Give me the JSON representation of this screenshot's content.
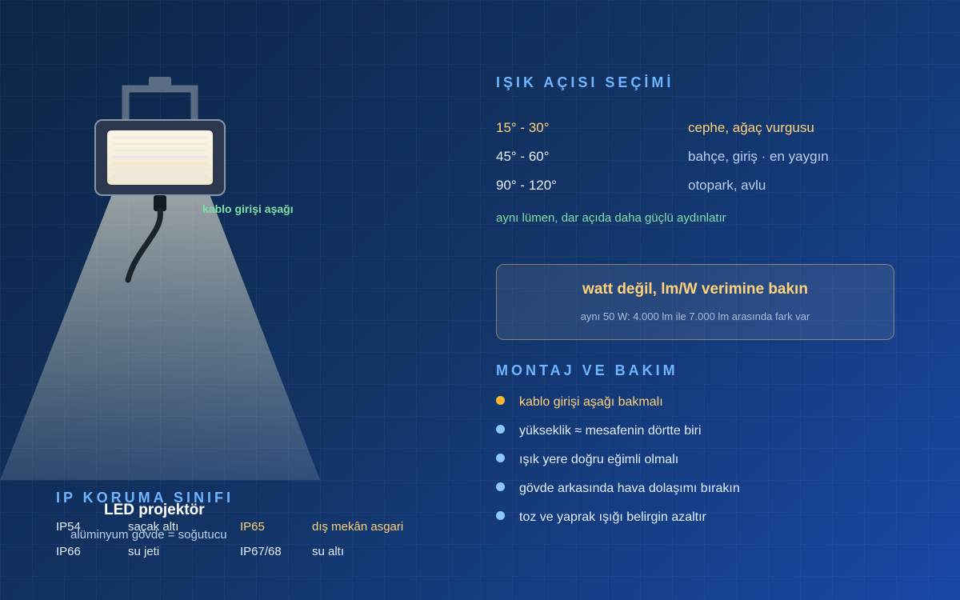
{
  "illustration": {
    "cable_label": "kablo girişi aşağı",
    "device_title": "LED projektör",
    "device_subtitle": "alüminyum gövde = soğutucu"
  },
  "beam_angles": {
    "heading": "IŞIK AÇISI SEÇİMİ",
    "rows": [
      {
        "angle": "15° - 30°",
        "use": "cephe, ağaç vurgusu",
        "highlight": true
      },
      {
        "angle": "45° - 60°",
        "use": "bahçe, giriş · en yaygın",
        "highlight": false
      },
      {
        "angle": "90° - 120°",
        "use": "otopark, avlu",
        "highlight": false
      }
    ],
    "note": "aynı lümen, dar açıda daha güçlü aydınlatır"
  },
  "tip": {
    "title": "watt değil, lm/W verimine bakın",
    "subtitle": "aynı 50 W: 4.000 lm ile 7.000 lm arasında fark var"
  },
  "mounting": {
    "heading": "MONTAJ VE BAKIM",
    "items": [
      {
        "text": "kablo girişi aşağı bakmalı",
        "highlight": true
      },
      {
        "text": "yükseklik ≈ mesafenin dörtte biri",
        "highlight": false
      },
      {
        "text": "ışık yere doğru eğimli olmalı",
        "highlight": false
      },
      {
        "text": "gövde arkasında hava dolaşımı bırakın",
        "highlight": false
      },
      {
        "text": "toz ve yaprak ışığı belirgin azaltır",
        "highlight": false
      }
    ]
  },
  "ip_classes": {
    "heading": "IP KORUMA SINIFI",
    "rows": [
      [
        {
          "code": "IP54",
          "desc": "saçak altı",
          "highlight": false
        },
        {
          "code": "IP65",
          "desc": "dış mekân asgari",
          "highlight": true
        }
      ],
      [
        {
          "code": "IP66",
          "desc": "su jeti",
          "highlight": false
        },
        {
          "code": "IP67/68",
          "desc": "su altı",
          "highlight": false
        }
      ]
    ]
  },
  "colors": {
    "accent_blue": "#6fb4ff",
    "accent_gold": "#ffd27a",
    "accent_green": "#7ee0a8",
    "bullet_orange": "#ffb62e"
  }
}
